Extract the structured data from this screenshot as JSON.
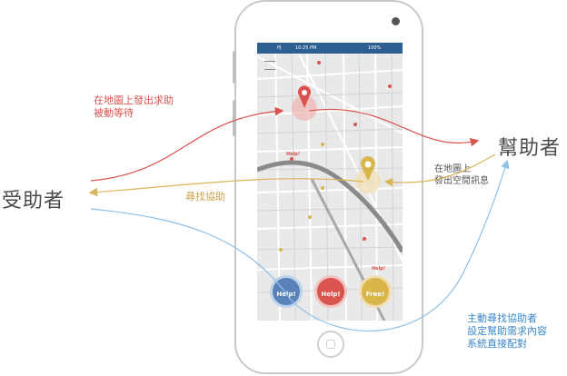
{
  "labels": {
    "seeker": "受助者",
    "helper": "幫助者"
  },
  "notes": {
    "seeker_action_line1": "在地圖上發出求助",
    "seeker_action_line2": "被動等待",
    "find_help": "尋找協助",
    "helper_action_line1": "在地圖上",
    "helper_action_line2": "發出空閒訊息",
    "match_line1": "主動尋找協助者",
    "match_line2": "設定幫助需求內容",
    "match_line3": "系統直接配對"
  },
  "phone": {
    "status_left": "PJ",
    "status_time": "10:25 PM",
    "status_battery": "100%",
    "map_help_tag": "Help!",
    "buttons": [
      {
        "label": "Help!",
        "color": "#5b82b8"
      },
      {
        "label": "Help!",
        "color": "#d9534f"
      },
      {
        "label": "Free!",
        "color": "#d8b64a"
      }
    ],
    "free_tag": "Help!"
  },
  "colors": {
    "red_arrow": "#d9534f",
    "gold_arrow": "#d9b45a",
    "blue_arrow": "#8fc0e6"
  }
}
